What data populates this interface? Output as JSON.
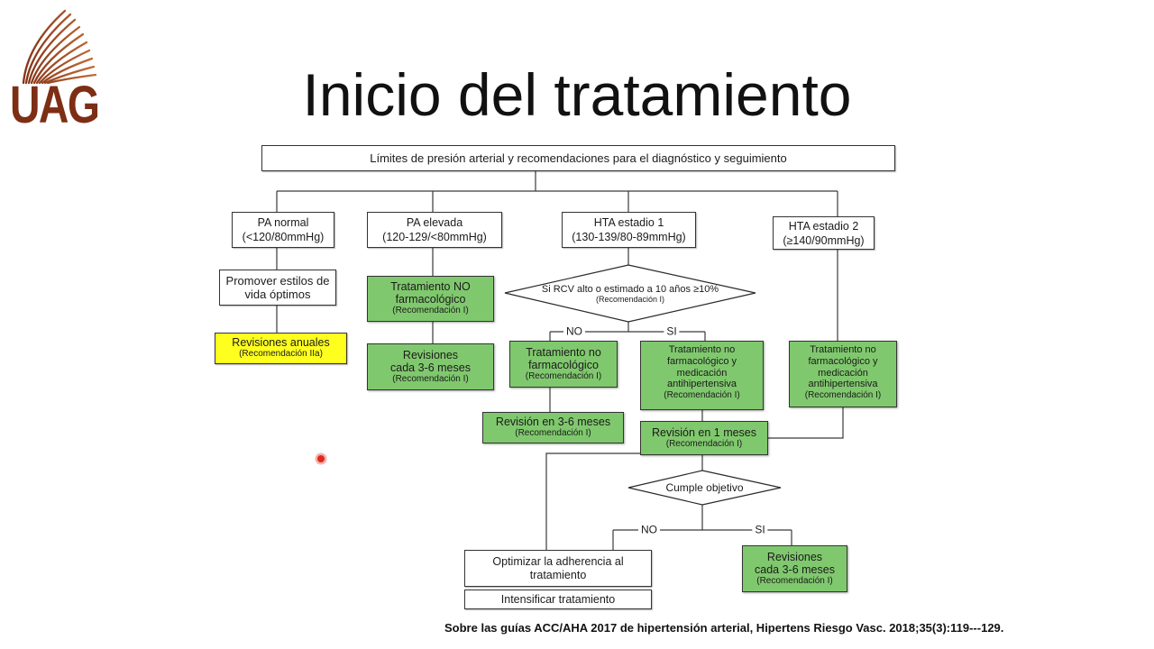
{
  "slide": {
    "logo_text": "UAG",
    "title": "Inicio del tratamiento",
    "citation": "Sobre las guías ACC/AHA 2017 de hipertensión arterial, Hipertens Riesgo Vasc. 2018;35(3):119---129."
  },
  "icons": {
    "logo": "uag-fan-emblem",
    "pointer": "laser-pointer-dot"
  },
  "colors": {
    "treatment_green": "#80c86e",
    "annual_yellow": "#ffff1f",
    "logo_dark": "#7d2e14",
    "logo_light": "#c8703a",
    "pointer_red": "#e02a1f"
  },
  "flowchart": {
    "root": "Límites de presión arterial y recomendaciones para el diagnóstico y seguimiento",
    "pa_normal": {
      "lines": [
        "PA normal",
        "(<120/80mmHg)"
      ]
    },
    "pa_elevada": {
      "lines": [
        "PA elevada",
        "(120-129/<80mmHg)"
      ]
    },
    "hta_1": {
      "lines": [
        "HTA estadio 1",
        "(130-139/80-89mmHg)"
      ]
    },
    "hta_2": {
      "lines": [
        "HTA estadio 2",
        "(≥140/90mmHg)"
      ]
    },
    "normal_lifestyle": {
      "lines": [
        "Promover estilos de",
        "vida óptimos"
      ]
    },
    "normal_follow_up": {
      "lines": [
        "Revisiones anuales"
      ],
      "rec": "(Recomendación IIa)"
    },
    "elevada_treatment": {
      "lines": [
        "Tratamiento NO",
        "farmacológico"
      ],
      "rec": "(Recomendación I)"
    },
    "elevada_follow_up": {
      "lines": [
        "Revisiones",
        "cada 3-6 meses"
      ],
      "rec": "(Recomendación I)"
    },
    "risk_decision": {
      "lines": [
        "Si RCV alto o estimado a 10 años ≥10%"
      ],
      "rec": "(Recomendación I)",
      "no": "NO",
      "yes": "SI"
    },
    "hta1_low_risk_treatment": {
      "lines": [
        "Tratamiento no",
        "farmacológico"
      ],
      "rec": "(Recomendación I)"
    },
    "hta1_high_risk_treatment": {
      "lines": [
        "Tratamiento no",
        "farmacológico y",
        "medicación",
        "antihipertensiva"
      ],
      "rec": "(Recomendación I)"
    },
    "hta1_low_risk_follow_up": {
      "lines": [
        "Revisión en 3-6 meses"
      ],
      "rec": "(Recomendación I)"
    },
    "hta2_treatment": {
      "lines": [
        "Tratamiento no",
        "farmacológico y",
        "medicación",
        "antihipertensiva"
      ],
      "rec": "(Recomendación I)"
    },
    "monthly_follow_up": {
      "lines": [
        "Revisión en 1 meses"
      ],
      "rec": "(Recomendación I)"
    },
    "goal_decision": {
      "label": "Cumple objetivo",
      "no": "NO",
      "yes": "SI"
    },
    "optimize": {
      "lines": [
        "Optimizar la adherencia al",
        "tratamiento"
      ]
    },
    "intensify": {
      "label": "Intensificar tratamiento"
    },
    "goal_met_follow_up": {
      "lines": [
        "Revisiones",
        "cada 3-6 meses"
      ],
      "rec": "(Recomendación I)"
    }
  }
}
